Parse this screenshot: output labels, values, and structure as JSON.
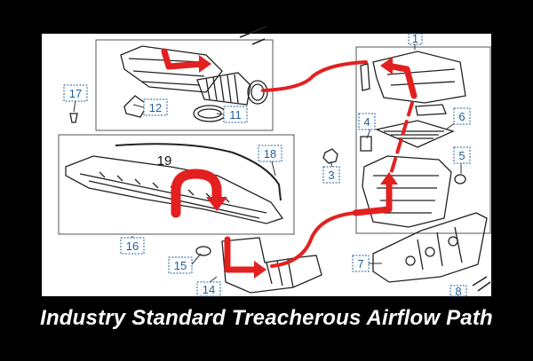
{
  "caption": "Industry Standard Treacherous Airflow Path",
  "callouts": {
    "c1": "1",
    "c3": "3",
    "c4": "4",
    "c5": "5",
    "c6": "6",
    "c7": "7",
    "c8": "8",
    "c11": "11",
    "c12": "12",
    "c14": "14",
    "c15": "15",
    "c16": "16",
    "c17": "17",
    "c18": "18",
    "c19": "19"
  },
  "colors": {
    "arrow": "#e32020",
    "callout": "#1f5f9a",
    "line": "#222222",
    "background": "#000000",
    "panel": "#ffffff"
  }
}
